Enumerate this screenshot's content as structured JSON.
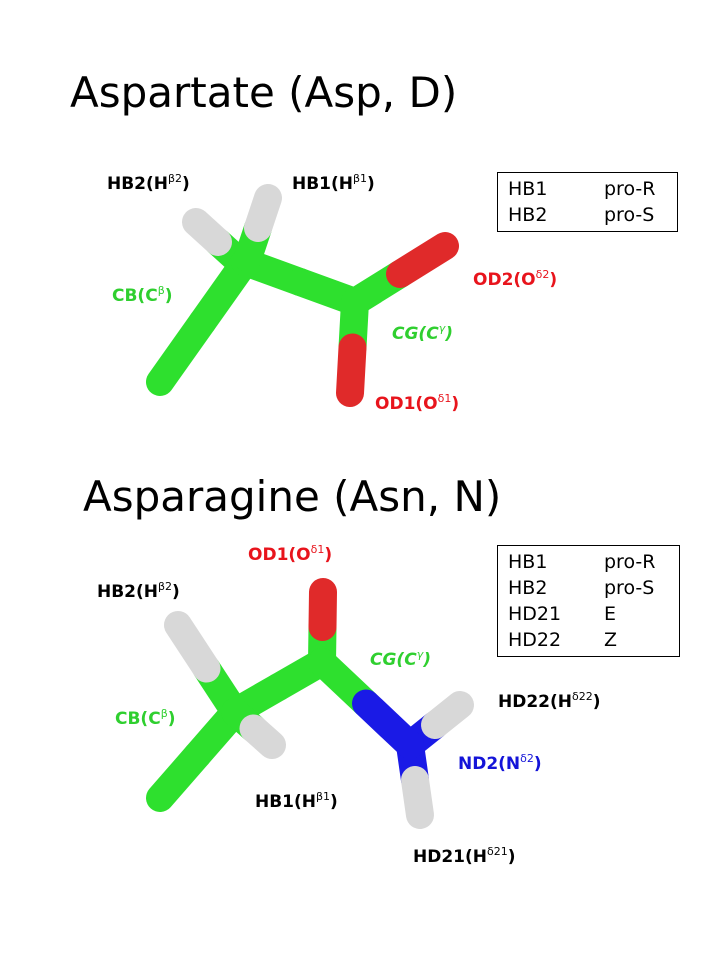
{
  "asp": {
    "title": "Aspartate (Asp, D)",
    "labels": {
      "hb2": {
        "main": "HB2(H",
        "sup": "β2",
        "close": ")"
      },
      "hb1": {
        "main": "HB1(H",
        "sup": "β1",
        "close": ")"
      },
      "cb": {
        "main": "CB(C",
        "sup": "β",
        "close": ")"
      },
      "od2": {
        "main": "OD2(O",
        "sup": "δ2",
        "close": ")"
      },
      "cg": {
        "main": "CG(C",
        "sup": "γ",
        "close": ")"
      },
      "od1": {
        "main": "OD1(O",
        "sup": "δ1",
        "close": ")"
      }
    },
    "table": [
      {
        "atom": "HB1",
        "config": "pro-R"
      },
      {
        "atom": "HB2",
        "config": "pro-S"
      }
    ]
  },
  "asn": {
    "title": "Asparagine (Asn, N)",
    "labels": {
      "od1": {
        "main": "OD1(O",
        "sup": "δ1",
        "close": ")"
      },
      "hb2": {
        "main": "HB2(H",
        "sup": "β2",
        "close": ")"
      },
      "cg": {
        "main": "CG(C",
        "sup": "γ",
        "close": ")"
      },
      "hd22": {
        "main": "HD22(H",
        "sup": "δ22",
        "close": ")"
      },
      "cb": {
        "main": "CB(C",
        "sup": "β",
        "close": ")"
      },
      "nd2": {
        "main": "ND2(N",
        "sup": "δ2",
        "close": ")"
      },
      "hb1": {
        "main": "HB1(H",
        "sup": "β1",
        "close": ")"
      },
      "hd21": {
        "main": "HD21(H",
        "sup": "δ21",
        "close": ")"
      }
    },
    "table": [
      {
        "atom": "HB1",
        "config": "pro-R"
      },
      {
        "atom": "HB2",
        "config": "pro-S"
      },
      {
        "atom": "HD21",
        "config": "E"
      },
      {
        "atom": "HD22",
        "config": "Z"
      }
    ]
  },
  "colors": {
    "carbon": "#2ee02e",
    "oxygen": "#e02a2a",
    "nitrogen": "#1a1ae6",
    "hydrogen": "#d8d8d8"
  }
}
